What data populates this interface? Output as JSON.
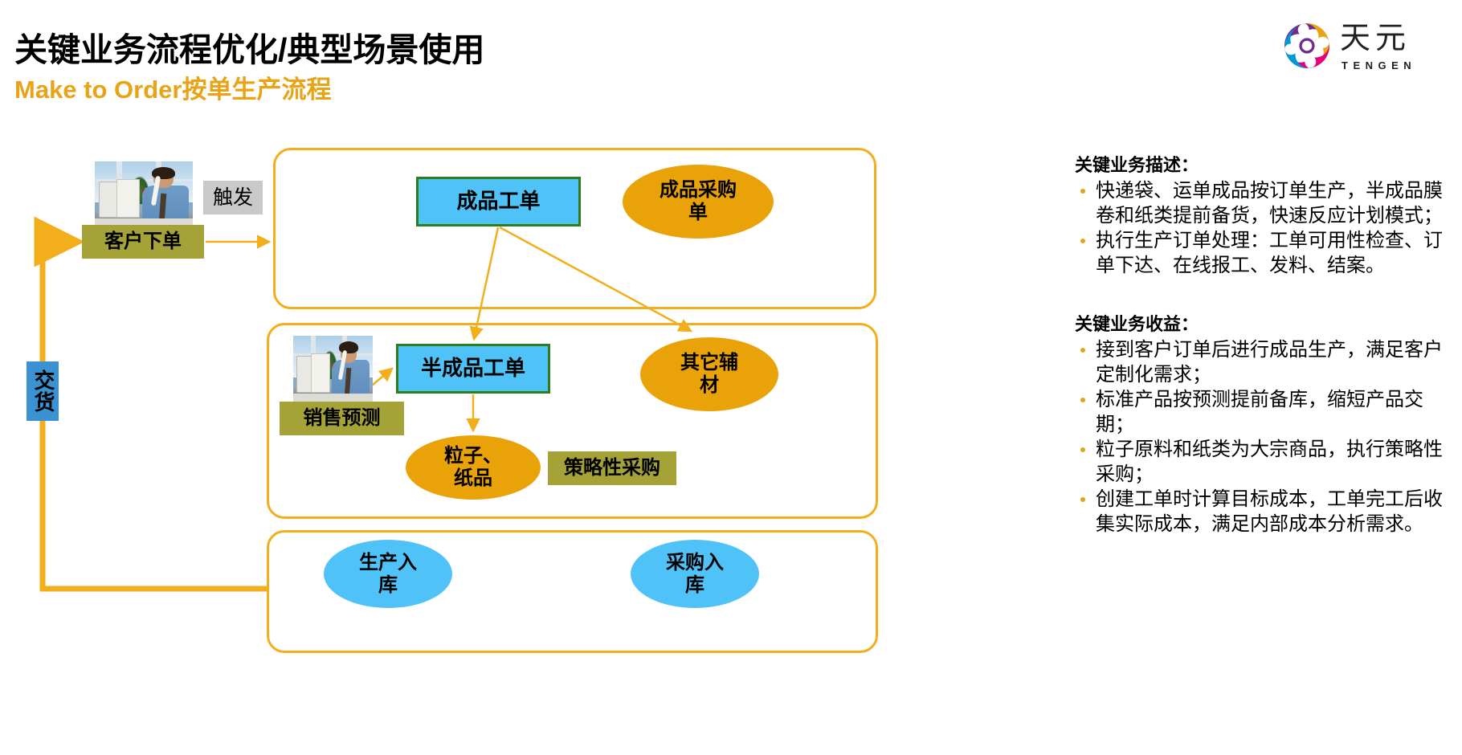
{
  "header": {
    "title": "关键业务流程优化/典型场景使用",
    "subtitle": "Make to Order按单生产流程",
    "accent_color": "#E8A317"
  },
  "logo": {
    "name": "tengen-logo",
    "word": "天元",
    "latin": "TENGEN",
    "colors": [
      "#6E2C8F",
      "#0099D8",
      "#E8A317",
      "#E6007E"
    ]
  },
  "diagram": {
    "type": "flow",
    "panel_border_color": "#F2AF1B",
    "arrow_color": "#F2AF1B",
    "nodes": {
      "customer_order": "客户下单",
      "trigger": "触发",
      "delivery": "交货",
      "finished_work_order": "成品工单",
      "finished_purchase_order": "成品采购单",
      "semi_finished_work_order": "半成品工单",
      "other_aux_material": "其它辅材",
      "sales_forecast": "销售预测",
      "granule_paper": "粒子、纸品",
      "granule_paper_line1": "粒子、",
      "granule_paper_line2": "纸品",
      "strategic_purchasing": "策略性采购",
      "production_receipt": "生产入库",
      "production_receipt_line1": "生产入",
      "production_receipt_line2": "库",
      "purchase_receipt": "采购入库",
      "purchase_receipt_line1": "采购入",
      "purchase_receipt_line2": "库",
      "finished_purchase_line1": "成品采购",
      "finished_purchase_line2": "单",
      "other_aux_line1": "其它辅",
      "other_aux_line2": "材"
    }
  },
  "info": {
    "section1": {
      "heading": "关键业务描述：",
      "items": [
        "快递袋、运单成品按订单生产，半成品膜卷和纸类提前备货，快速反应计划模式；",
        "执行生产订单处理：工单可用性检查、订单下达、在线报工、发料、结案。"
      ]
    },
    "section2": {
      "heading": "关键业务收益：",
      "items": [
        "接到客户订单后进行成品生产，满足客户定制化需求；",
        "标准产品按预测提前备库，缩短产品交期；",
        "粒子原料和纸类为大宗商品，执行策略性采购；",
        "创建工单时计算目标成本，工单完工后收集实际成本，满足内部成本分析需求。"
      ]
    }
  }
}
